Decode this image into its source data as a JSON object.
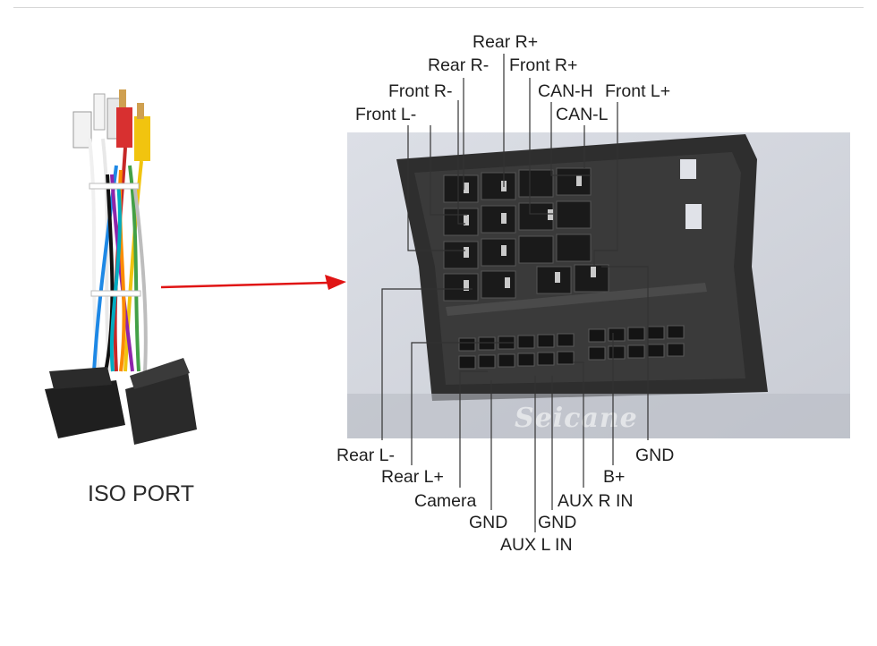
{
  "iso_caption": "ISO PORT",
  "watermark": "Seicane",
  "pins_top": {
    "rear_r_plus": "Rear R+",
    "rear_r_minus": "Rear R-",
    "front_r_plus": "Front R+",
    "front_r_minus": "Front R-",
    "can_h": "CAN-H",
    "front_l_plus": "Front L+",
    "front_l_minus": "Front L-",
    "can_l": "CAN-L"
  },
  "pins_bottom": {
    "rear_l_minus": "Rear L-",
    "rear_l_plus": "Rear L+",
    "camera": "Camera",
    "gnd_1": "GND",
    "aux_l_in": "AUX L IN",
    "gnd_2": "GND",
    "aux_r_in": "AUX R IN",
    "b_plus": "B+",
    "gnd_3": "GND"
  },
  "colors": {
    "arrow": "#e01414",
    "connector_body": "#2b2b2b",
    "leader_line": "#333333"
  }
}
